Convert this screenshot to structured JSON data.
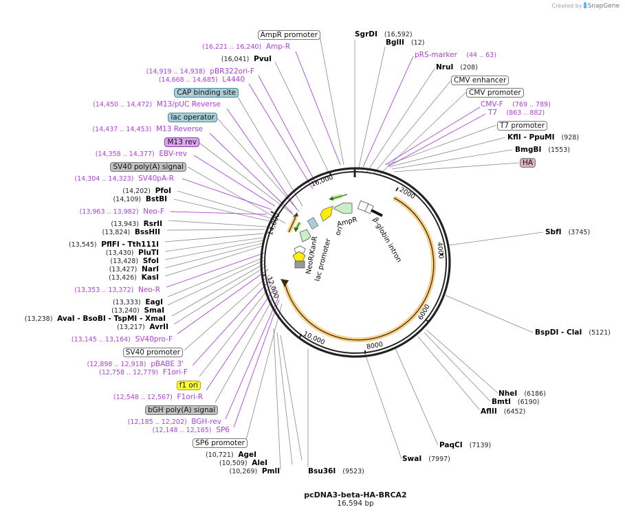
{
  "credit": {
    "prefix": "Created by",
    "brand": "SnapGene"
  },
  "plasmid": {
    "name": "pcDNA3-beta-HA-BRCA2",
    "length_label": "16,594 bp",
    "length": 16594
  },
  "colors": {
    "primer": "#b03de0",
    "backbone": "#222222",
    "orf": "#f5c77a",
    "cap": "#a8cfd8",
    "m13rev": "#dba6ef",
    "polyA": "#c0c0c0",
    "f1ori": "#ffff33",
    "ha": "#dcaebf",
    "ampR": "#c8f0c8",
    "ori": "#ffee00"
  },
  "ticks": [
    {
      "label": "2000"
    },
    {
      "label": "4000"
    },
    {
      "label": "6000"
    },
    {
      "label": "8000"
    },
    {
      "label": "10,000"
    },
    {
      "label": "12,000"
    },
    {
      "label": "14,000"
    },
    {
      "label": "16,000"
    }
  ],
  "inner_labels": {
    "ampR": "AmpR",
    "ori": "ori",
    "neoR": "NeoR/KanR",
    "lac": "lac promoter",
    "bglobin": "β-globin intron"
  },
  "right_labels": [
    {
      "kind": "enzyme",
      "name": "SgrDI",
      "pos": "(16,592)"
    },
    {
      "kind": "enzyme",
      "name": "BglII",
      "pos": "(12)"
    },
    {
      "kind": "primer",
      "name": "pRS-marker",
      "pos": "(44 .. 63)"
    },
    {
      "kind": "enzyme",
      "name": "NruI",
      "pos": "(208)"
    },
    {
      "kind": "feature",
      "name": "CMV enhancer"
    },
    {
      "kind": "feature",
      "name": "CMV promoter"
    },
    {
      "kind": "primer",
      "name": "CMV-F",
      "pos": "(769 .. 789)"
    },
    {
      "kind": "primer",
      "name": "T7",
      "pos": "(863 .. 882)"
    },
    {
      "kind": "feature",
      "name": "T7 promoter"
    },
    {
      "kind": "enzyme",
      "name": "KflI - PpuMI",
      "pos": "(928)"
    },
    {
      "kind": "enzyme",
      "name": "BmgBI",
      "pos": "(1553)"
    },
    {
      "kind": "feature",
      "name": "HA"
    },
    {
      "kind": "enzyme",
      "name": "SbfI",
      "pos": "(3745)"
    },
    {
      "kind": "enzyme",
      "name": "BspDI - ClaI",
      "pos": "(5121)"
    },
    {
      "kind": "enzyme",
      "name": "NheI",
      "pos": "(6186)"
    },
    {
      "kind": "enzyme",
      "name": "BmtI",
      "pos": "(6190)"
    },
    {
      "kind": "enzyme",
      "name": "AflII",
      "pos": "(6452)"
    },
    {
      "kind": "enzyme",
      "name": "PaqCI",
      "pos": "(7139)"
    },
    {
      "kind": "enzyme",
      "name": "SwaI",
      "pos": "(7997)"
    },
    {
      "kind": "enzyme",
      "name": "Bsu36I",
      "pos": "(9523)"
    }
  ],
  "left_labels": [
    {
      "kind": "feature",
      "name": "AmpR promoter"
    },
    {
      "kind": "primer",
      "name": "Amp-R",
      "pos": "(16,221 .. 16,240)"
    },
    {
      "kind": "enzyme",
      "name": "PvuI",
      "pos": "(16,041)"
    },
    {
      "kind": "primer",
      "name": "pBR322ori-F",
      "pos": "(14,919 .. 14,938)"
    },
    {
      "kind": "primer",
      "name": "L4440",
      "pos": "(14,668 .. 14,685)"
    },
    {
      "kind": "feature",
      "name": "CAP binding site"
    },
    {
      "kind": "primer",
      "name": "M13/pUC Reverse",
      "pos": "(14,450 .. 14,472)"
    },
    {
      "kind": "feature",
      "name": "lac operator"
    },
    {
      "kind": "primer",
      "name": "M13 Reverse",
      "pos": "(14,437 .. 14,453)"
    },
    {
      "kind": "feature",
      "name": "M13 rev"
    },
    {
      "kind": "primer",
      "name": "EBV-rev",
      "pos": "(14,358 .. 14,377)"
    },
    {
      "kind": "feature",
      "name": "SV40 poly(A) signal"
    },
    {
      "kind": "primer",
      "name": "SV40pA-R",
      "pos": "(14,304 .. 14,323)"
    },
    {
      "kind": "enzyme",
      "name": "PfoI",
      "pos": "(14,202)"
    },
    {
      "kind": "enzyme",
      "name": "BstBI",
      "pos": "(14,109)"
    },
    {
      "kind": "primer",
      "name": "Neo-F",
      "pos": "(13,963 .. 13,982)"
    },
    {
      "kind": "enzyme",
      "name": "RsrII",
      "pos": "(13,943)"
    },
    {
      "kind": "enzyme",
      "name": "BssHII",
      "pos": "(13,824)"
    },
    {
      "kind": "enzyme",
      "name": "PflFI - Tth111I",
      "pos": "(13,545)"
    },
    {
      "kind": "enzyme",
      "name": "PluTI",
      "pos": "(13,430)"
    },
    {
      "kind": "enzyme",
      "name": "SfoI",
      "pos": "(13,428)"
    },
    {
      "kind": "enzyme",
      "name": "NarI",
      "pos": "(13,427)"
    },
    {
      "kind": "enzyme",
      "name": "KasI",
      "pos": "(13,426)"
    },
    {
      "kind": "primer",
      "name": "Neo-R",
      "pos": "(13,353 .. 13,372)"
    },
    {
      "kind": "enzyme",
      "name": "EagI",
      "pos": "(13,333)"
    },
    {
      "kind": "enzyme",
      "name": "SmaI",
      "pos": "(13,240)"
    },
    {
      "kind": "enzyme",
      "name": "AvaI - BsoBI - TspMI - XmaI",
      "pos": "(13,238)"
    },
    {
      "kind": "enzyme",
      "name": "AvrII",
      "pos": "(13,217)"
    },
    {
      "kind": "primer",
      "name": "SV40pro-F",
      "pos": "(13,145 .. 13,164)"
    },
    {
      "kind": "feature",
      "name": "SV40 promoter"
    },
    {
      "kind": "primer",
      "name": "pBABE 3'",
      "pos": "(12,898 .. 12,918)"
    },
    {
      "kind": "primer",
      "name": "F1ori-F",
      "pos": "(12,758 .. 12,779)"
    },
    {
      "kind": "feature",
      "name": "f1 ori"
    },
    {
      "kind": "primer",
      "name": "F1ori-R",
      "pos": "(12,548 .. 12,567)"
    },
    {
      "kind": "feature",
      "name": "bGH poly(A) signal"
    },
    {
      "kind": "primer",
      "name": "BGH-rev",
      "pos": "(12,185 .. 12,202)"
    },
    {
      "kind": "primer",
      "name": "SP6",
      "pos": "(12,148 .. 12,165)"
    },
    {
      "kind": "feature",
      "name": "SP6 promoter"
    },
    {
      "kind": "enzyme",
      "name": "AgeI",
      "pos": "(10,721)"
    },
    {
      "kind": "enzyme",
      "name": "AleI",
      "pos": "(10,509)"
    },
    {
      "kind": "enzyme",
      "name": "PmlI",
      "pos": "(10,269)"
    }
  ]
}
